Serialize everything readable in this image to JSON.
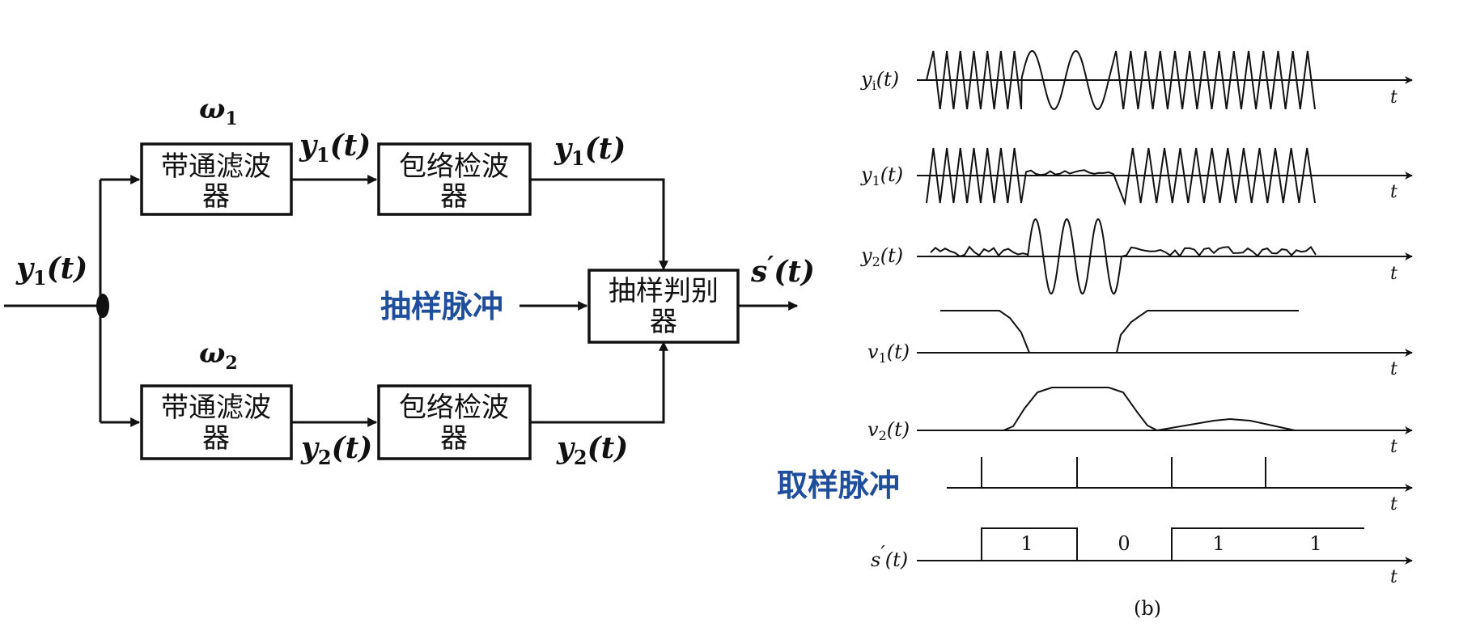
{
  "block_diagram": {
    "blocks": {
      "bpf_top": [
        "带通滤波",
        "器"
      ],
      "env_top": [
        "包络检波",
        "器"
      ],
      "bpf_bottom": [
        "带通滤波",
        "器"
      ],
      "env_bottom": [
        "包络检波",
        "器"
      ],
      "decision": [
        "抽样判别",
        "器"
      ]
    },
    "labels": {
      "input": {
        "base": "y",
        "sub": "1",
        "arg": "(t)"
      },
      "omega1": {
        "base": "ω",
        "sub": "1"
      },
      "omega2": {
        "base": "ω",
        "sub": "2"
      },
      "y1_a": {
        "base": "y",
        "sub": "1",
        "arg": "(t)"
      },
      "y1_b": {
        "base": "y",
        "sub": "1",
        "arg": "(t)"
      },
      "y2_a": {
        "base": "y",
        "sub": "2",
        "arg": "(t)"
      },
      "y2_b": {
        "base": "y",
        "sub": "2",
        "arg": "(t)"
      },
      "output": {
        "base": "s",
        "prime": "′",
        "arg": "(t)"
      },
      "sampling_pulse": "抽样脉冲"
    }
  },
  "waveforms": {
    "axis_label": "t",
    "rows": [
      {
        "name": "yi",
        "base": "y",
        "sub": "i",
        "arg": "(t)"
      },
      {
        "name": "y1",
        "base": "y",
        "sub": "1",
        "arg": "(t)"
      },
      {
        "name": "y2",
        "base": "y",
        "sub": "2",
        "arg": "(t)"
      },
      {
        "name": "v1",
        "base": "v",
        "sub": "1",
        "arg": "(t)"
      },
      {
        "name": "v2",
        "base": "v",
        "sub": "2",
        "arg": "(t)"
      },
      {
        "name": "pulse",
        "label": "取样脉冲"
      },
      {
        "name": "s",
        "base": "s",
        "prime": "′",
        "arg": "(t)"
      }
    ],
    "bits": [
      "1",
      "0",
      "1",
      "1"
    ],
    "caption": "(b)"
  }
}
